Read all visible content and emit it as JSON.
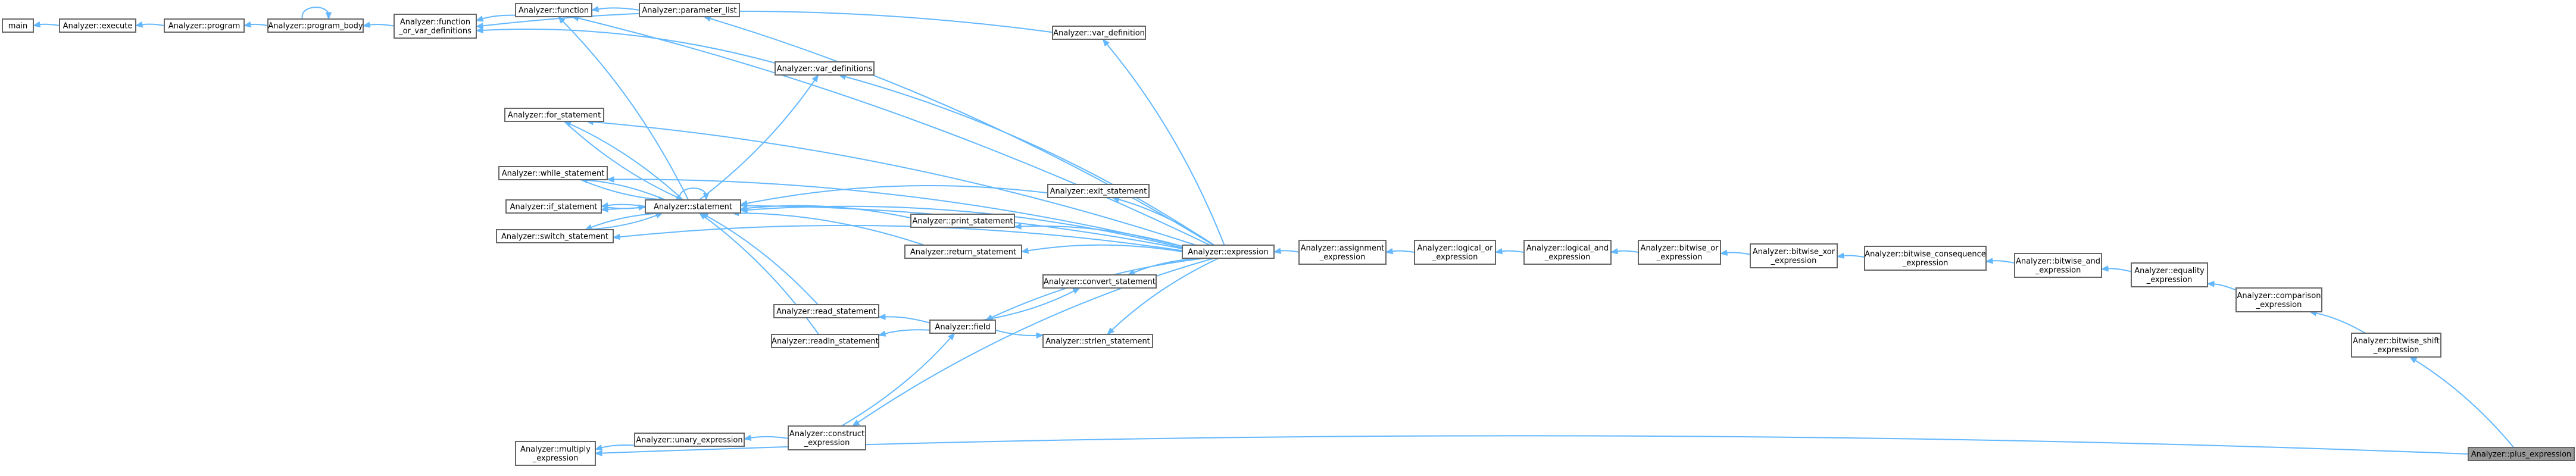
{
  "nodes": [
    {
      "id": "main",
      "lines": [
        "main"
      ]
    },
    {
      "id": "execute",
      "lines": [
        "Analyzer::execute"
      ]
    },
    {
      "id": "program",
      "lines": [
        "Analyzer::program"
      ]
    },
    {
      "id": "program_body",
      "lines": [
        "Analyzer::program_body"
      ]
    },
    {
      "id": "func_or_var",
      "lines": [
        "Analyzer::function",
        "_or_var_definitions"
      ]
    },
    {
      "id": "function",
      "lines": [
        "Analyzer::function"
      ]
    },
    {
      "id": "parameter_list",
      "lines": [
        "Analyzer::parameter_list"
      ]
    },
    {
      "id": "var_definition",
      "lines": [
        "Analyzer::var_definition"
      ]
    },
    {
      "id": "var_definitions",
      "lines": [
        "Analyzer::var_definitions"
      ]
    },
    {
      "id": "for_statement",
      "lines": [
        "Analyzer::for_statement"
      ]
    },
    {
      "id": "while_statement",
      "lines": [
        "Analyzer::while_statement"
      ]
    },
    {
      "id": "if_statement",
      "lines": [
        "Analyzer::if_statement"
      ]
    },
    {
      "id": "switch_statement",
      "lines": [
        "Analyzer::switch_statement"
      ]
    },
    {
      "id": "statement",
      "lines": [
        "Analyzer::statement"
      ]
    },
    {
      "id": "exit_statement",
      "lines": [
        "Analyzer::exit_statement"
      ]
    },
    {
      "id": "print_statement",
      "lines": [
        "Analyzer::print_statement"
      ]
    },
    {
      "id": "return_statement",
      "lines": [
        "Analyzer::return_statement"
      ]
    },
    {
      "id": "convert_statement",
      "lines": [
        "Analyzer::convert_statement"
      ]
    },
    {
      "id": "read_statement",
      "lines": [
        "Analyzer::read_statement"
      ]
    },
    {
      "id": "readln_statement",
      "lines": [
        "Analyzer::readln_statement"
      ]
    },
    {
      "id": "field",
      "lines": [
        "Analyzer::field"
      ]
    },
    {
      "id": "strlen_statement",
      "lines": [
        "Analyzer::strlen_statement"
      ]
    },
    {
      "id": "expression",
      "lines": [
        "Analyzer::expression"
      ]
    },
    {
      "id": "assignment_expression",
      "lines": [
        "Analyzer::assignment",
        "_expression"
      ]
    },
    {
      "id": "logical_or_expression",
      "lines": [
        "Analyzer::logical_or",
        "_expression"
      ]
    },
    {
      "id": "logical_and_expression",
      "lines": [
        "Analyzer::logical_and",
        "_expression"
      ]
    },
    {
      "id": "bitwise_or_expression",
      "lines": [
        "Analyzer::bitwise_or",
        "_expression"
      ]
    },
    {
      "id": "bitwise_xor_expression",
      "lines": [
        "Analyzer::bitwise_xor",
        "_expression"
      ]
    },
    {
      "id": "bitwise_consequence_expression",
      "lines": [
        "Analyzer::bitwise_consequence",
        "_expression"
      ]
    },
    {
      "id": "bitwise_and_expression",
      "lines": [
        "Analyzer::bitwise_and",
        "_expression"
      ]
    },
    {
      "id": "equality_expression",
      "lines": [
        "Analyzer::equality",
        "_expression"
      ]
    },
    {
      "id": "comparison_expression",
      "lines": [
        "Analyzer::comparison",
        "_expression"
      ]
    },
    {
      "id": "bitwise_shift_expression",
      "lines": [
        "Analyzer::bitwise_shift",
        "_expression"
      ]
    },
    {
      "id": "plus_expression",
      "lines": [
        "Analyzer::plus_expression"
      ],
      "highlight": true
    },
    {
      "id": "multiply_expression",
      "lines": [
        "Analyzer::multiply",
        "_expression"
      ]
    },
    {
      "id": "unary_expression",
      "lines": [
        "Analyzer::unary_expression"
      ]
    },
    {
      "id": "construct_expression",
      "lines": [
        "Analyzer::construct",
        "_expression"
      ]
    }
  ],
  "edges": [
    {
      "from": "plus_expression",
      "to": "multiply_expression"
    },
    {
      "from": "plus_expression",
      "to": "bitwise_shift_expression"
    },
    {
      "from": "bitwise_shift_expression",
      "to": "comparison_expression"
    },
    {
      "from": "comparison_expression",
      "to": "equality_expression"
    },
    {
      "from": "equality_expression",
      "to": "bitwise_and_expression"
    },
    {
      "from": "bitwise_and_expression",
      "to": "bitwise_consequence_expression"
    },
    {
      "from": "bitwise_consequence_expression",
      "to": "bitwise_xor_expression"
    },
    {
      "from": "bitwise_xor_expression",
      "to": "bitwise_or_expression"
    },
    {
      "from": "bitwise_or_expression",
      "to": "logical_and_expression"
    },
    {
      "from": "logical_and_expression",
      "to": "logical_or_expression"
    },
    {
      "from": "logical_or_expression",
      "to": "assignment_expression"
    },
    {
      "from": "assignment_expression",
      "to": "expression"
    },
    {
      "from": "expression",
      "to": "var_definition"
    },
    {
      "from": "expression",
      "to": "parameter_list"
    },
    {
      "from": "expression",
      "to": "function"
    },
    {
      "from": "expression",
      "to": "var_definitions"
    },
    {
      "from": "expression",
      "to": "for_statement"
    },
    {
      "from": "expression",
      "to": "while_statement"
    },
    {
      "from": "expression",
      "to": "if_statement"
    },
    {
      "from": "expression",
      "to": "statement"
    },
    {
      "from": "expression",
      "to": "exit_statement"
    },
    {
      "from": "expression",
      "to": "print_statement"
    },
    {
      "from": "expression",
      "to": "return_statement"
    },
    {
      "from": "expression",
      "to": "convert_statement"
    },
    {
      "from": "expression",
      "to": "strlen_statement"
    },
    {
      "from": "expression",
      "to": "field"
    },
    {
      "from": "expression",
      "to": "switch_statement"
    },
    {
      "from": "expression",
      "to": "construct_expression"
    },
    {
      "from": "construct_expression",
      "to": "unary_expression"
    },
    {
      "from": "unary_expression",
      "to": "multiply_expression"
    },
    {
      "from": "construct_expression",
      "to": "field"
    },
    {
      "from": "field",
      "to": "read_statement"
    },
    {
      "from": "field",
      "to": "readln_statement"
    },
    {
      "from": "field",
      "to": "convert_statement"
    },
    {
      "from": "field",
      "to": "strlen_statement"
    },
    {
      "from": "read_statement",
      "to": "statement"
    },
    {
      "from": "readln_statement",
      "to": "statement"
    },
    {
      "from": "exit_statement",
      "to": "statement"
    },
    {
      "from": "print_statement",
      "to": "statement"
    },
    {
      "from": "return_statement",
      "to": "statement"
    },
    {
      "from": "statement",
      "to": "statement"
    },
    {
      "from": "statement",
      "to": "for_statement"
    },
    {
      "from": "statement",
      "to": "while_statement"
    },
    {
      "from": "statement",
      "to": "if_statement"
    },
    {
      "from": "statement",
      "to": "switch_statement"
    },
    {
      "from": "statement",
      "to": "function"
    },
    {
      "from": "statement",
      "to": "var_definitions"
    },
    {
      "from": "for_statement",
      "to": "statement"
    },
    {
      "from": "while_statement",
      "to": "statement"
    },
    {
      "from": "if_statement",
      "to": "statement"
    },
    {
      "from": "switch_statement",
      "to": "statement"
    },
    {
      "from": "var_definitions",
      "to": "func_or_var"
    },
    {
      "from": "var_definition",
      "to": "func_or_var"
    },
    {
      "from": "parameter_list",
      "to": "function"
    },
    {
      "from": "function",
      "to": "func_or_var"
    },
    {
      "from": "func_or_var",
      "to": "program_body"
    },
    {
      "from": "program_body",
      "to": "program_body"
    },
    {
      "from": "program_body",
      "to": "program"
    },
    {
      "from": "program",
      "to": "execute"
    },
    {
      "from": "execute",
      "to": "main"
    }
  ]
}
